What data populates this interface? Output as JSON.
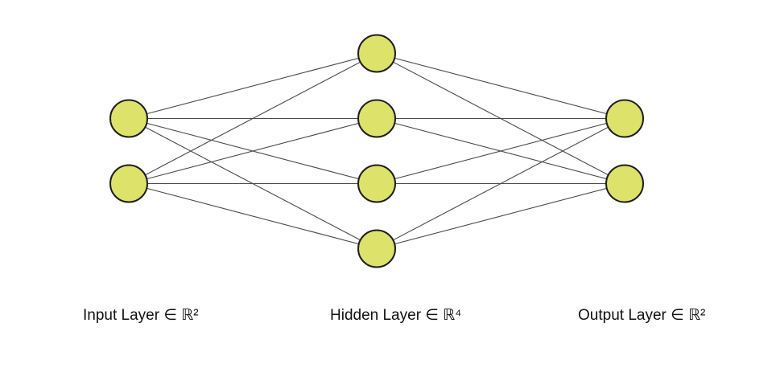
{
  "diagram": {
    "type": "neural-network",
    "node_color": "#dde36a",
    "layers": [
      {
        "label": "Input Layer ∈ ℝ²",
        "nodes": 2
      },
      {
        "label": "Hidden Layer ∈ ℝ⁴",
        "nodes": 4
      },
      {
        "label": "Output Layer ∈ ℝ²",
        "nodes": 2
      }
    ],
    "connectivity": "fully-connected"
  }
}
